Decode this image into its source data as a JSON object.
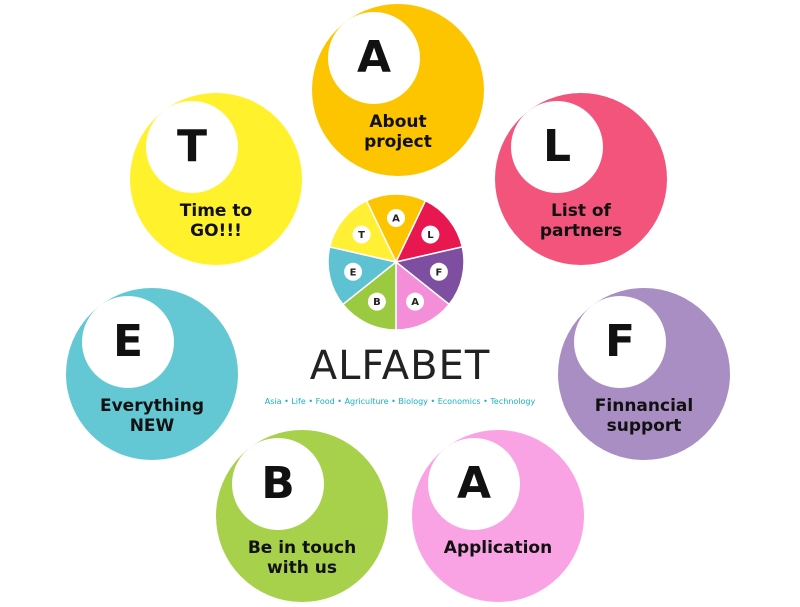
{
  "bubbles": [
    {
      "letter": "A",
      "label": "About\nproject",
      "color": "#fdc400"
    },
    {
      "letter": "T",
      "label": "Time to\nGO!!!",
      "color": "#fff22d"
    },
    {
      "letter": "L",
      "label": "List of\npartners",
      "color": "#f2547b"
    },
    {
      "letter": "E",
      "label": "Everything\nNEW",
      "color": "#63c8d4"
    },
    {
      "letter": "F",
      "label": "Finnancial\nsupport",
      "color": "#a98ec3"
    },
    {
      "letter": "B",
      "label": "Be in touch\nwith us",
      "color": "#a8d14b"
    },
    {
      "letter": "A",
      "label": "Application",
      "color": "#f9a3e5"
    }
  ],
  "wheel": {
    "segments": [
      {
        "letter": "A",
        "color": "#fdc400"
      },
      {
        "letter": "L",
        "color": "#e8174f"
      },
      {
        "letter": "F",
        "color": "#7e4fa0"
      },
      {
        "letter": "A",
        "color": "#f48ed8"
      },
      {
        "letter": "B",
        "color": "#9bc940"
      },
      {
        "letter": "E",
        "color": "#5ec2d2"
      },
      {
        "letter": "T",
        "color": "#fff035"
      }
    ]
  },
  "brand": {
    "name": "ALFABET",
    "tagline": "Asia • Life • Food • Agriculture • Biology • Economics • Technology"
  }
}
